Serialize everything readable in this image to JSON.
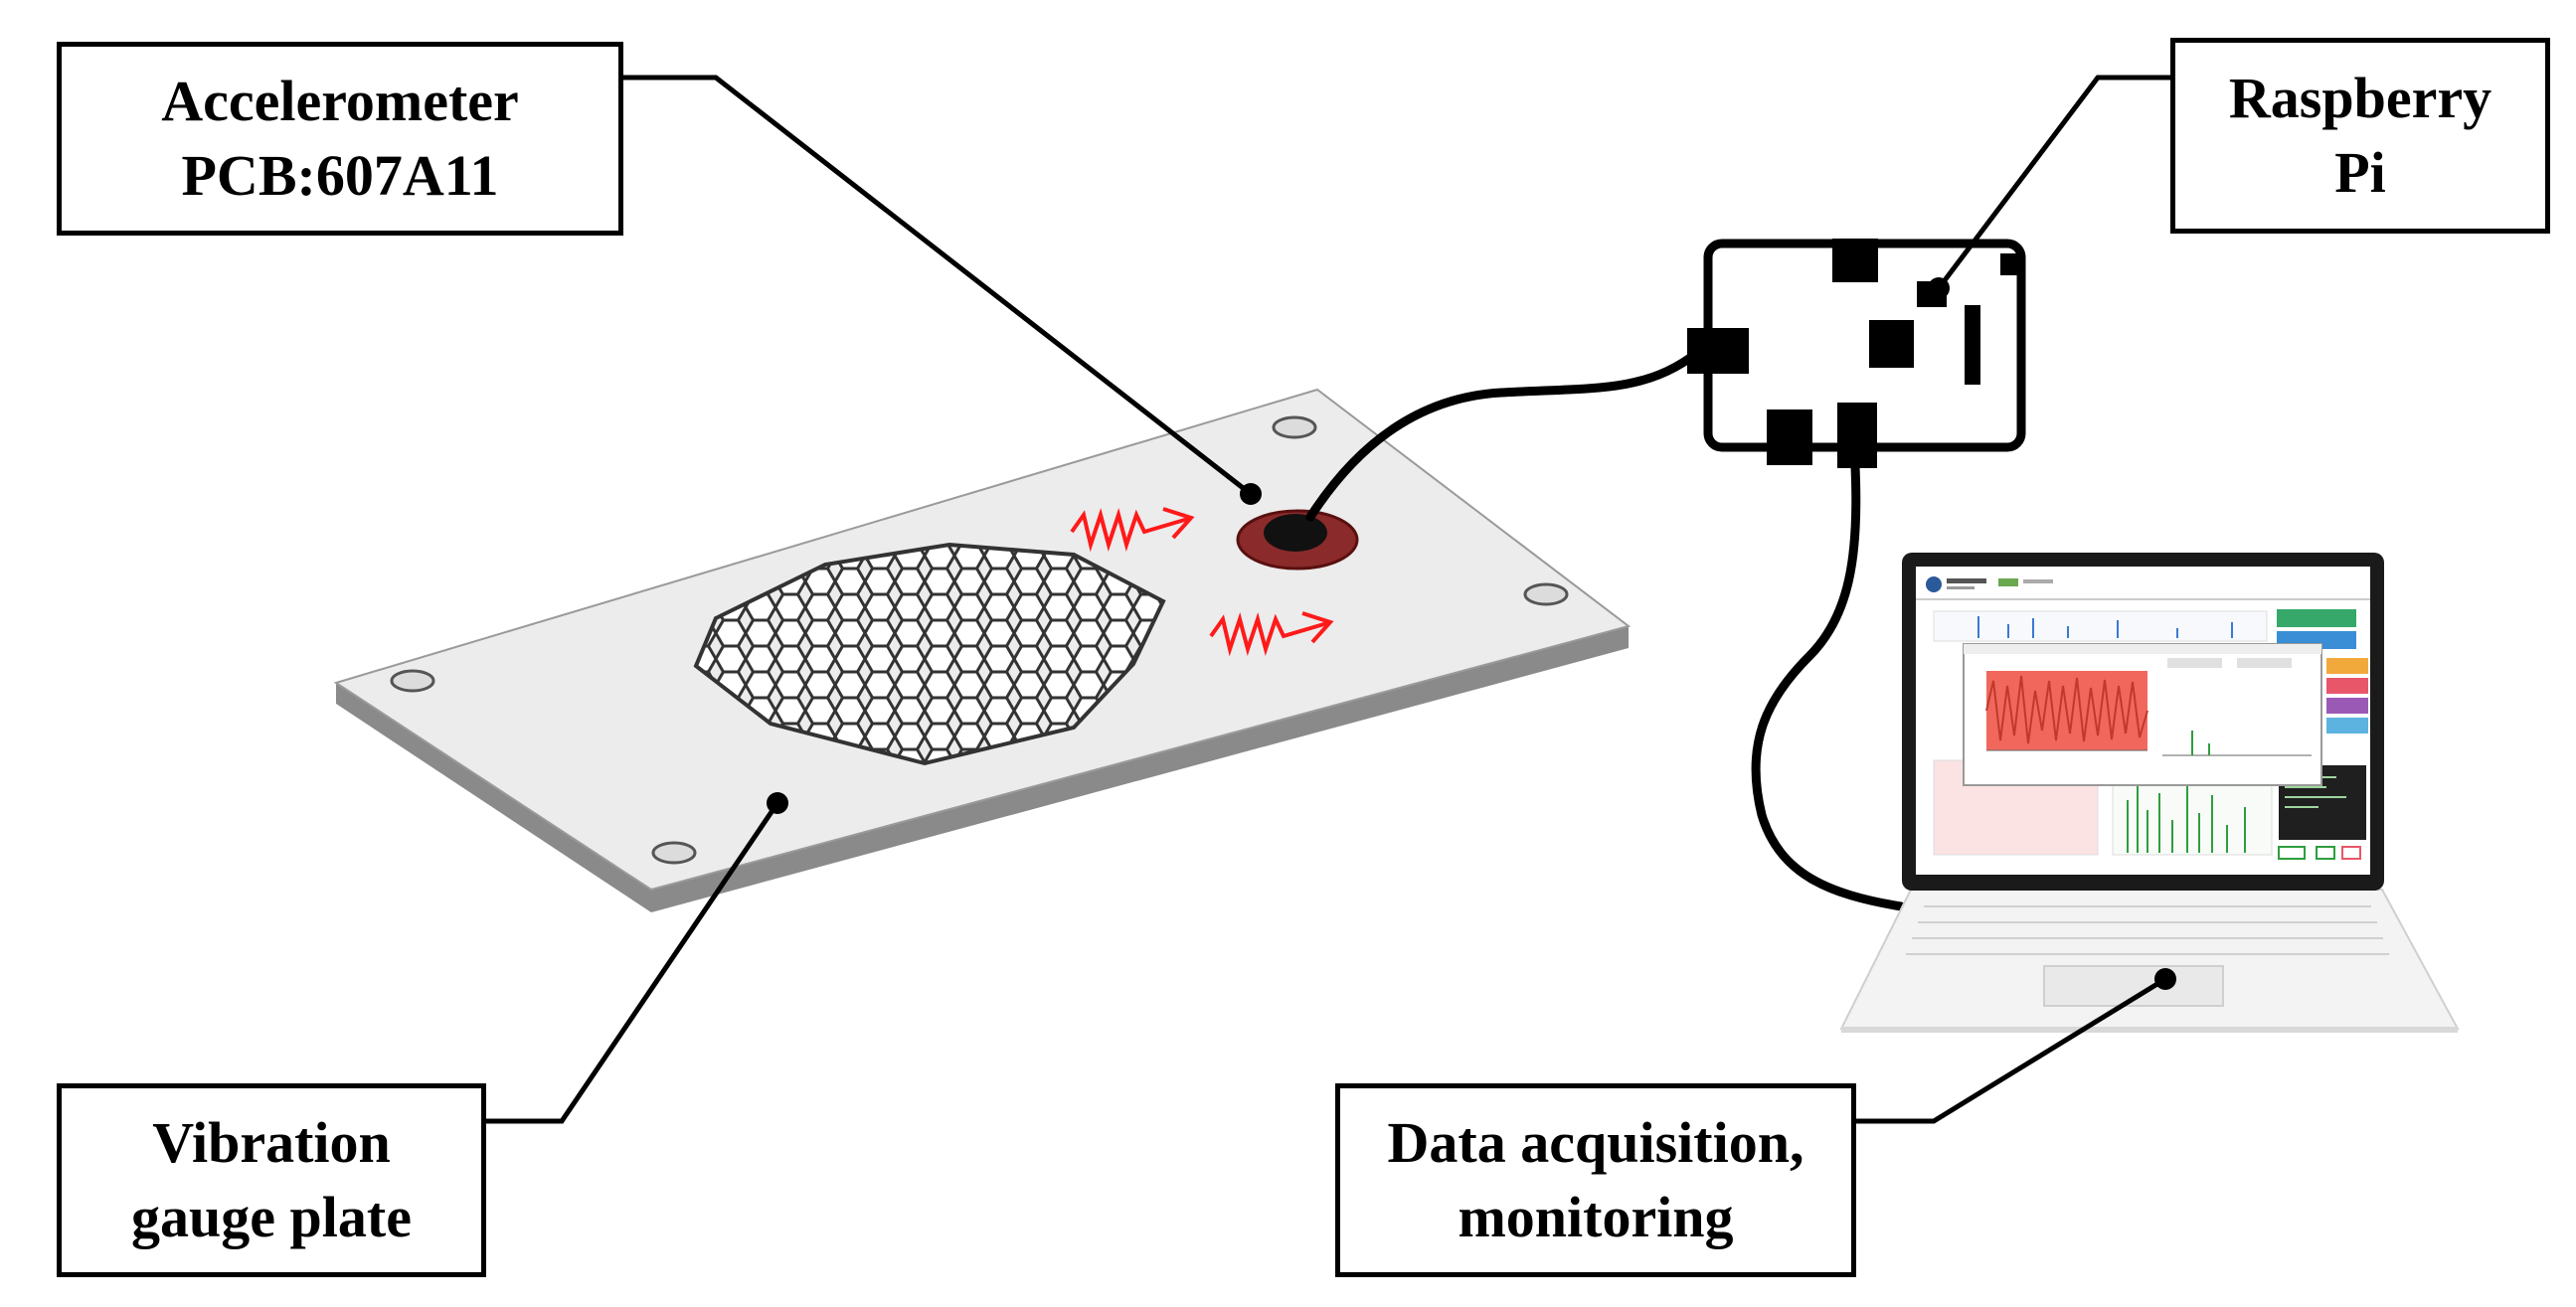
{
  "labels": {
    "accelerometer": {
      "line1": "Accelerometer",
      "line2": "PCB:607A11"
    },
    "raspberry": {
      "line1": "Raspberry",
      "line2": "Pi"
    },
    "plate": {
      "line1": "Vibration",
      "line2": "gauge plate"
    },
    "daq": {
      "line1": "Data acquisition,",
      "line2": "monitoring"
    }
  },
  "colors": {
    "line": "#000000",
    "vibration_arrow": "#ff1a1a",
    "sensor_ring": "#8b2a2a",
    "plot_signal": "#f0574a",
    "plot_spectrum": "#2e9e3e"
  },
  "icons": [
    "vibration-arrow-icon",
    "accelerometer-sensor-icon",
    "raspberry-pi-board-icon",
    "laptop-icon"
  ]
}
